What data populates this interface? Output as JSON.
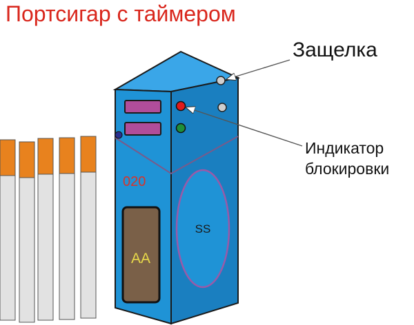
{
  "title": "Портсигар с таймером",
  "labels": {
    "latch": "Защелка",
    "indicator_line1": "Индикатор",
    "indicator_line2": "блокировки"
  },
  "device": {
    "counter_text": "020",
    "battery_text": "AA",
    "circle_text": "SS"
  },
  "colors": {
    "title": "#d9261c",
    "body_front": "#1f93d6",
    "body_side": "#1a7fc0",
    "body_top": "#3aa6e8",
    "outline": "#1a1a1a",
    "display": "#b04d9a",
    "led_red": "#e11a1a",
    "led_green": "#1e8f3a",
    "led_blue": "#2a2f8f",
    "battery_fill": "#7a6048",
    "battery_text": "#e8d94a",
    "counter_text": "#d8342a",
    "circle_edge": "#9a5aa8",
    "filter": "#e8821e",
    "paper": "#e2e2e2"
  },
  "cigarette_count": 5
}
